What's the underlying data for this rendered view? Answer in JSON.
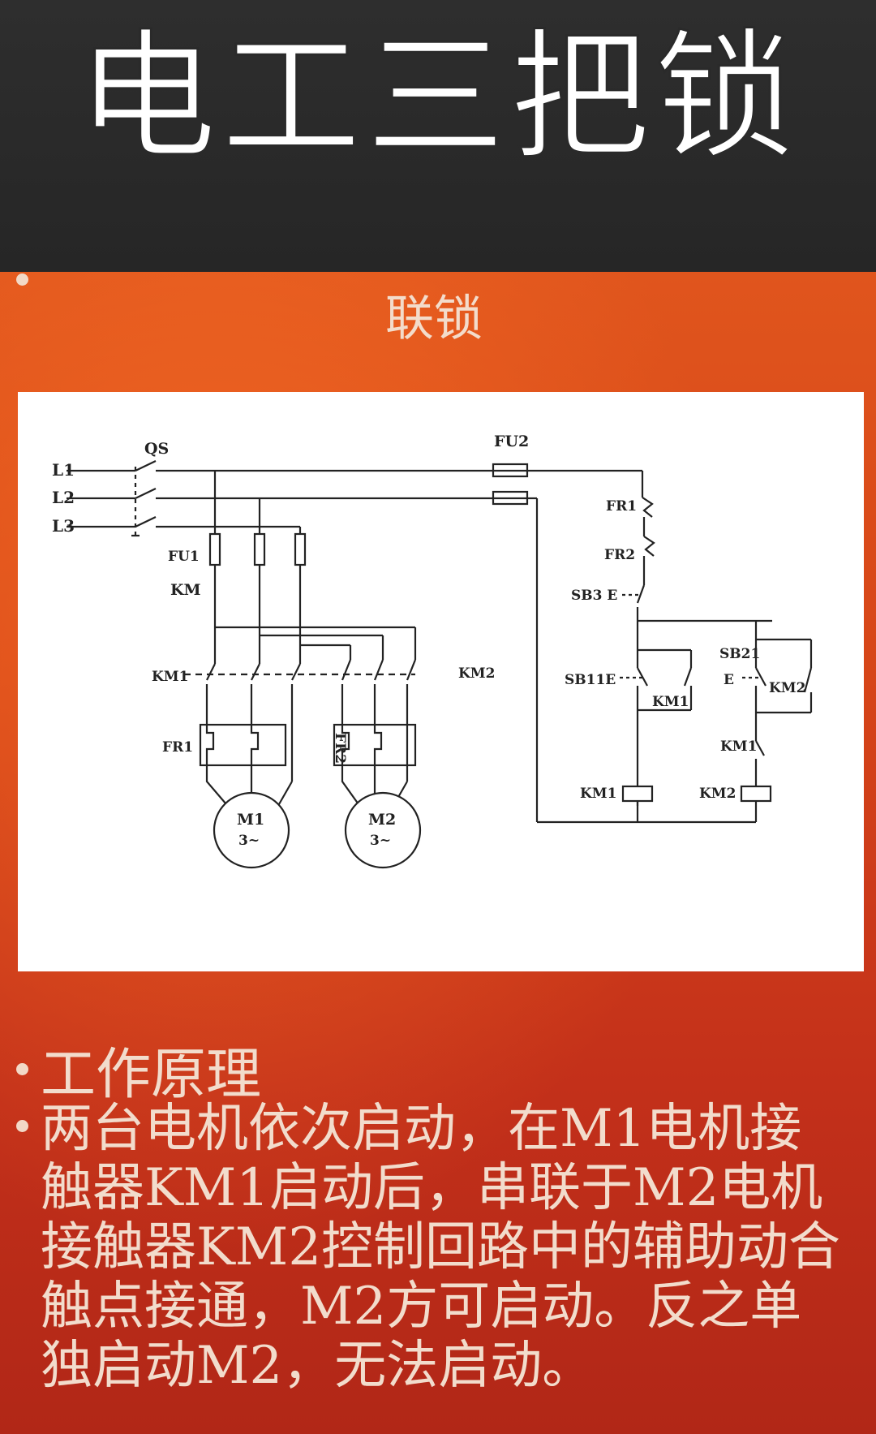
{
  "header": {
    "title": "电工三把锁"
  },
  "slide": {
    "subtitle": "联锁",
    "section_heading": "工作原理",
    "body": "两台电机依次启动，在M1电机接触器KM1启动后，串联于M2电机接触器KM2控制回路中的辅助动合触点接通，M2方可启动。反之单独启动M2，无法启动。"
  },
  "diagram": {
    "labels": {
      "l1": "L1",
      "l2": "L2",
      "l3": "L3",
      "qs": "QS",
      "fu1": "FU1",
      "fu2": "FU2",
      "km": "KM",
      "km1_main": "KM1",
      "km2_main": "KM2",
      "fr1": "FR1",
      "fr2": "FR2",
      "m1": "M1",
      "m1_phase": "3~",
      "m2": "M2",
      "m2_phase": "3~",
      "ctrl_fr1": "FR1",
      "ctrl_fr2": "FR2",
      "sb3": "SB3 E",
      "sb11": "SB11E",
      "sb21": "SB21",
      "sb21_e": "E",
      "km1_hold": "KM1",
      "km2_hold": "KM2",
      "km1_interlock": "KM1",
      "km1_coil": "KM1",
      "km2_coil": "KM2"
    }
  },
  "colors": {
    "header_bg": "#2b2b2b",
    "slide_orange": "#dd511c",
    "slide_red": "#b52818",
    "text_light": "#f2dccc",
    "diagram_line": "#222222"
  }
}
